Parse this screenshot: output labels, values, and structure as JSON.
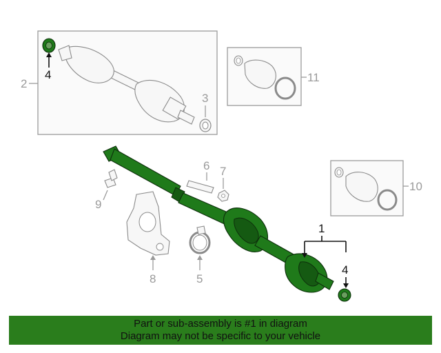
{
  "callouts": {
    "c1": "1",
    "c2": "2",
    "c3": "3",
    "c4_top": "4",
    "c4_bottom": "4",
    "c5": "5",
    "c6": "6",
    "c7": "7",
    "c8": "8",
    "c9": "9",
    "c10": "10",
    "c11": "11"
  },
  "banner": {
    "line1": "Part or sub-assembly is #1 in diagram",
    "line2": "Diagram may not be specific to your vehicle"
  },
  "colors": {
    "highlight": "#1f7a1a",
    "banner": "#2a7d1c",
    "callout_gray": "#9a9a9a"
  }
}
